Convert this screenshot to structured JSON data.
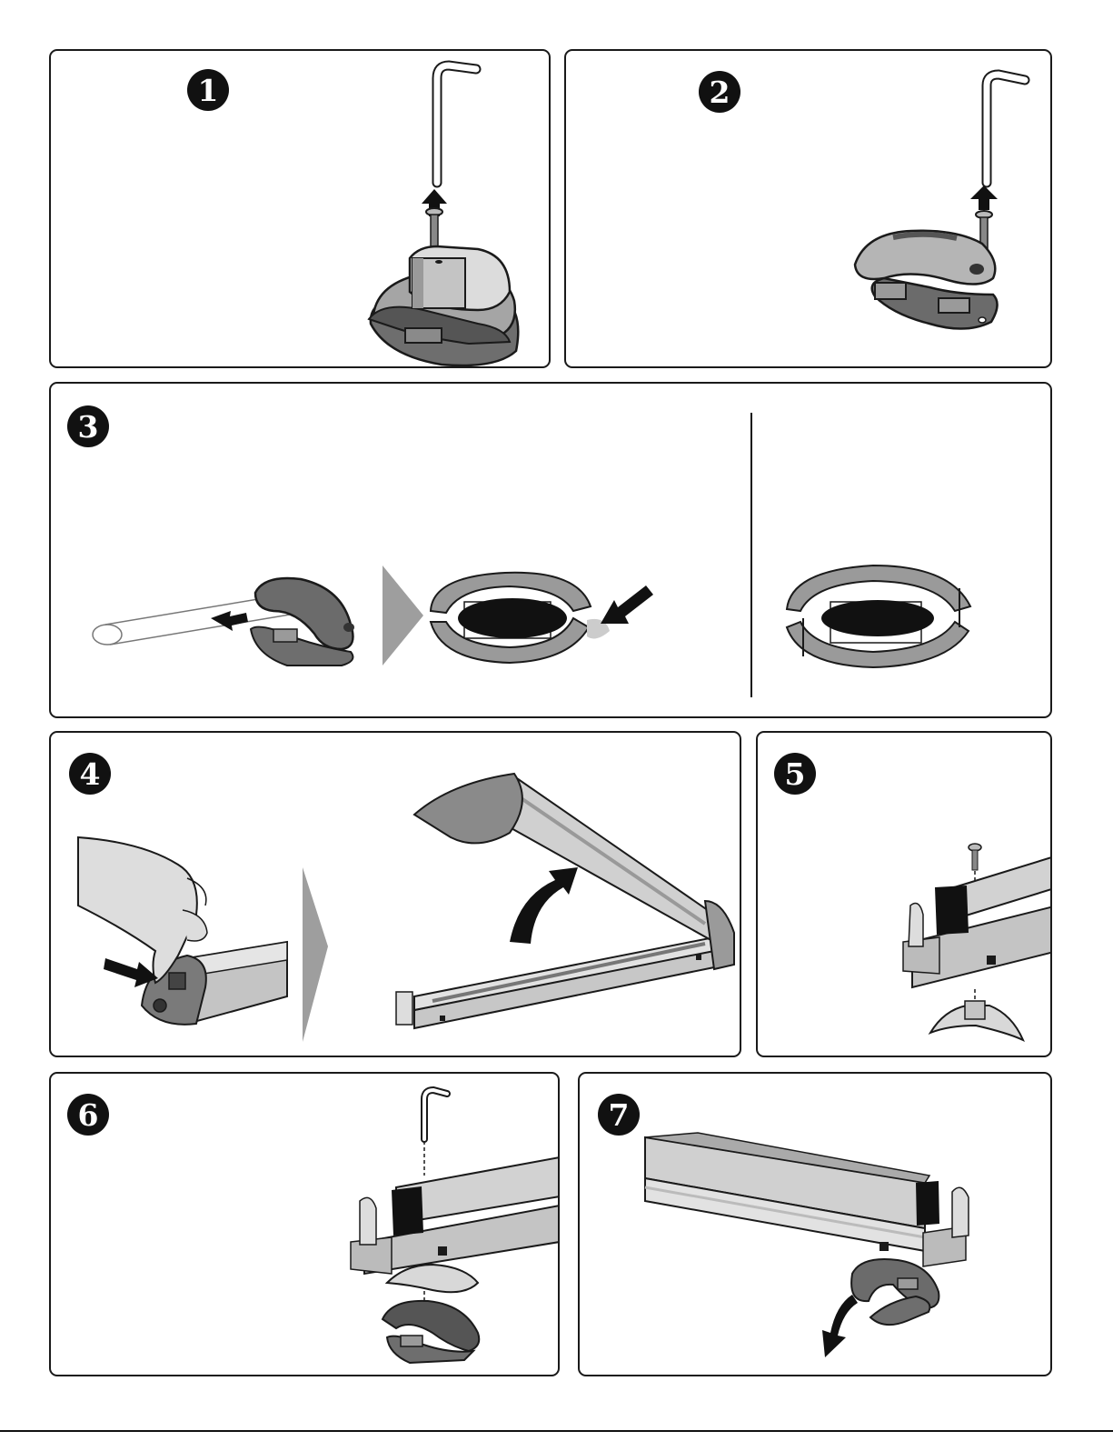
{
  "steps": [
    {
      "number": "1",
      "icons": [
        "hex-key-icon",
        "up-arrow-icon",
        "bolt-icon",
        "foot-with-clamp-icon"
      ]
    },
    {
      "number": "2",
      "icons": [
        "hex-key-icon",
        "up-arrow-icon",
        "bolt-icon",
        "clamp-icon"
      ]
    },
    {
      "number": "3",
      "icons": [
        "crossbar-icon",
        "left-arrow-icon",
        "clamp-icon",
        "next-step-chevron-icon",
        "clamp-cross-section-icon",
        "diagonal-arrow-icon",
        "clamp-cross-section-icon"
      ]
    },
    {
      "number": "4",
      "icons": [
        "hand-icon",
        "right-arrow-icon",
        "lock-button-icon",
        "next-step-chevron-icon",
        "open-rack-icon",
        "curved-up-arrow-icon"
      ]
    },
    {
      "number": "5",
      "icons": [
        "screw-icon",
        "rack-end-icon",
        "foot-icon"
      ]
    },
    {
      "number": "6",
      "icons": [
        "hex-key-icon",
        "rack-end-icon",
        "foot-icon",
        "clamp-icon"
      ]
    },
    {
      "number": "7",
      "icons": [
        "rack-end-icon",
        "clamp-icon",
        "curved-down-arrow-icon"
      ]
    }
  ],
  "colors": {
    "outline": "#1a1a1a",
    "light_gray": "#d9d9d9",
    "mid_gray": "#9e9e9e",
    "dark_gray": "#555555",
    "black": "#111111"
  }
}
